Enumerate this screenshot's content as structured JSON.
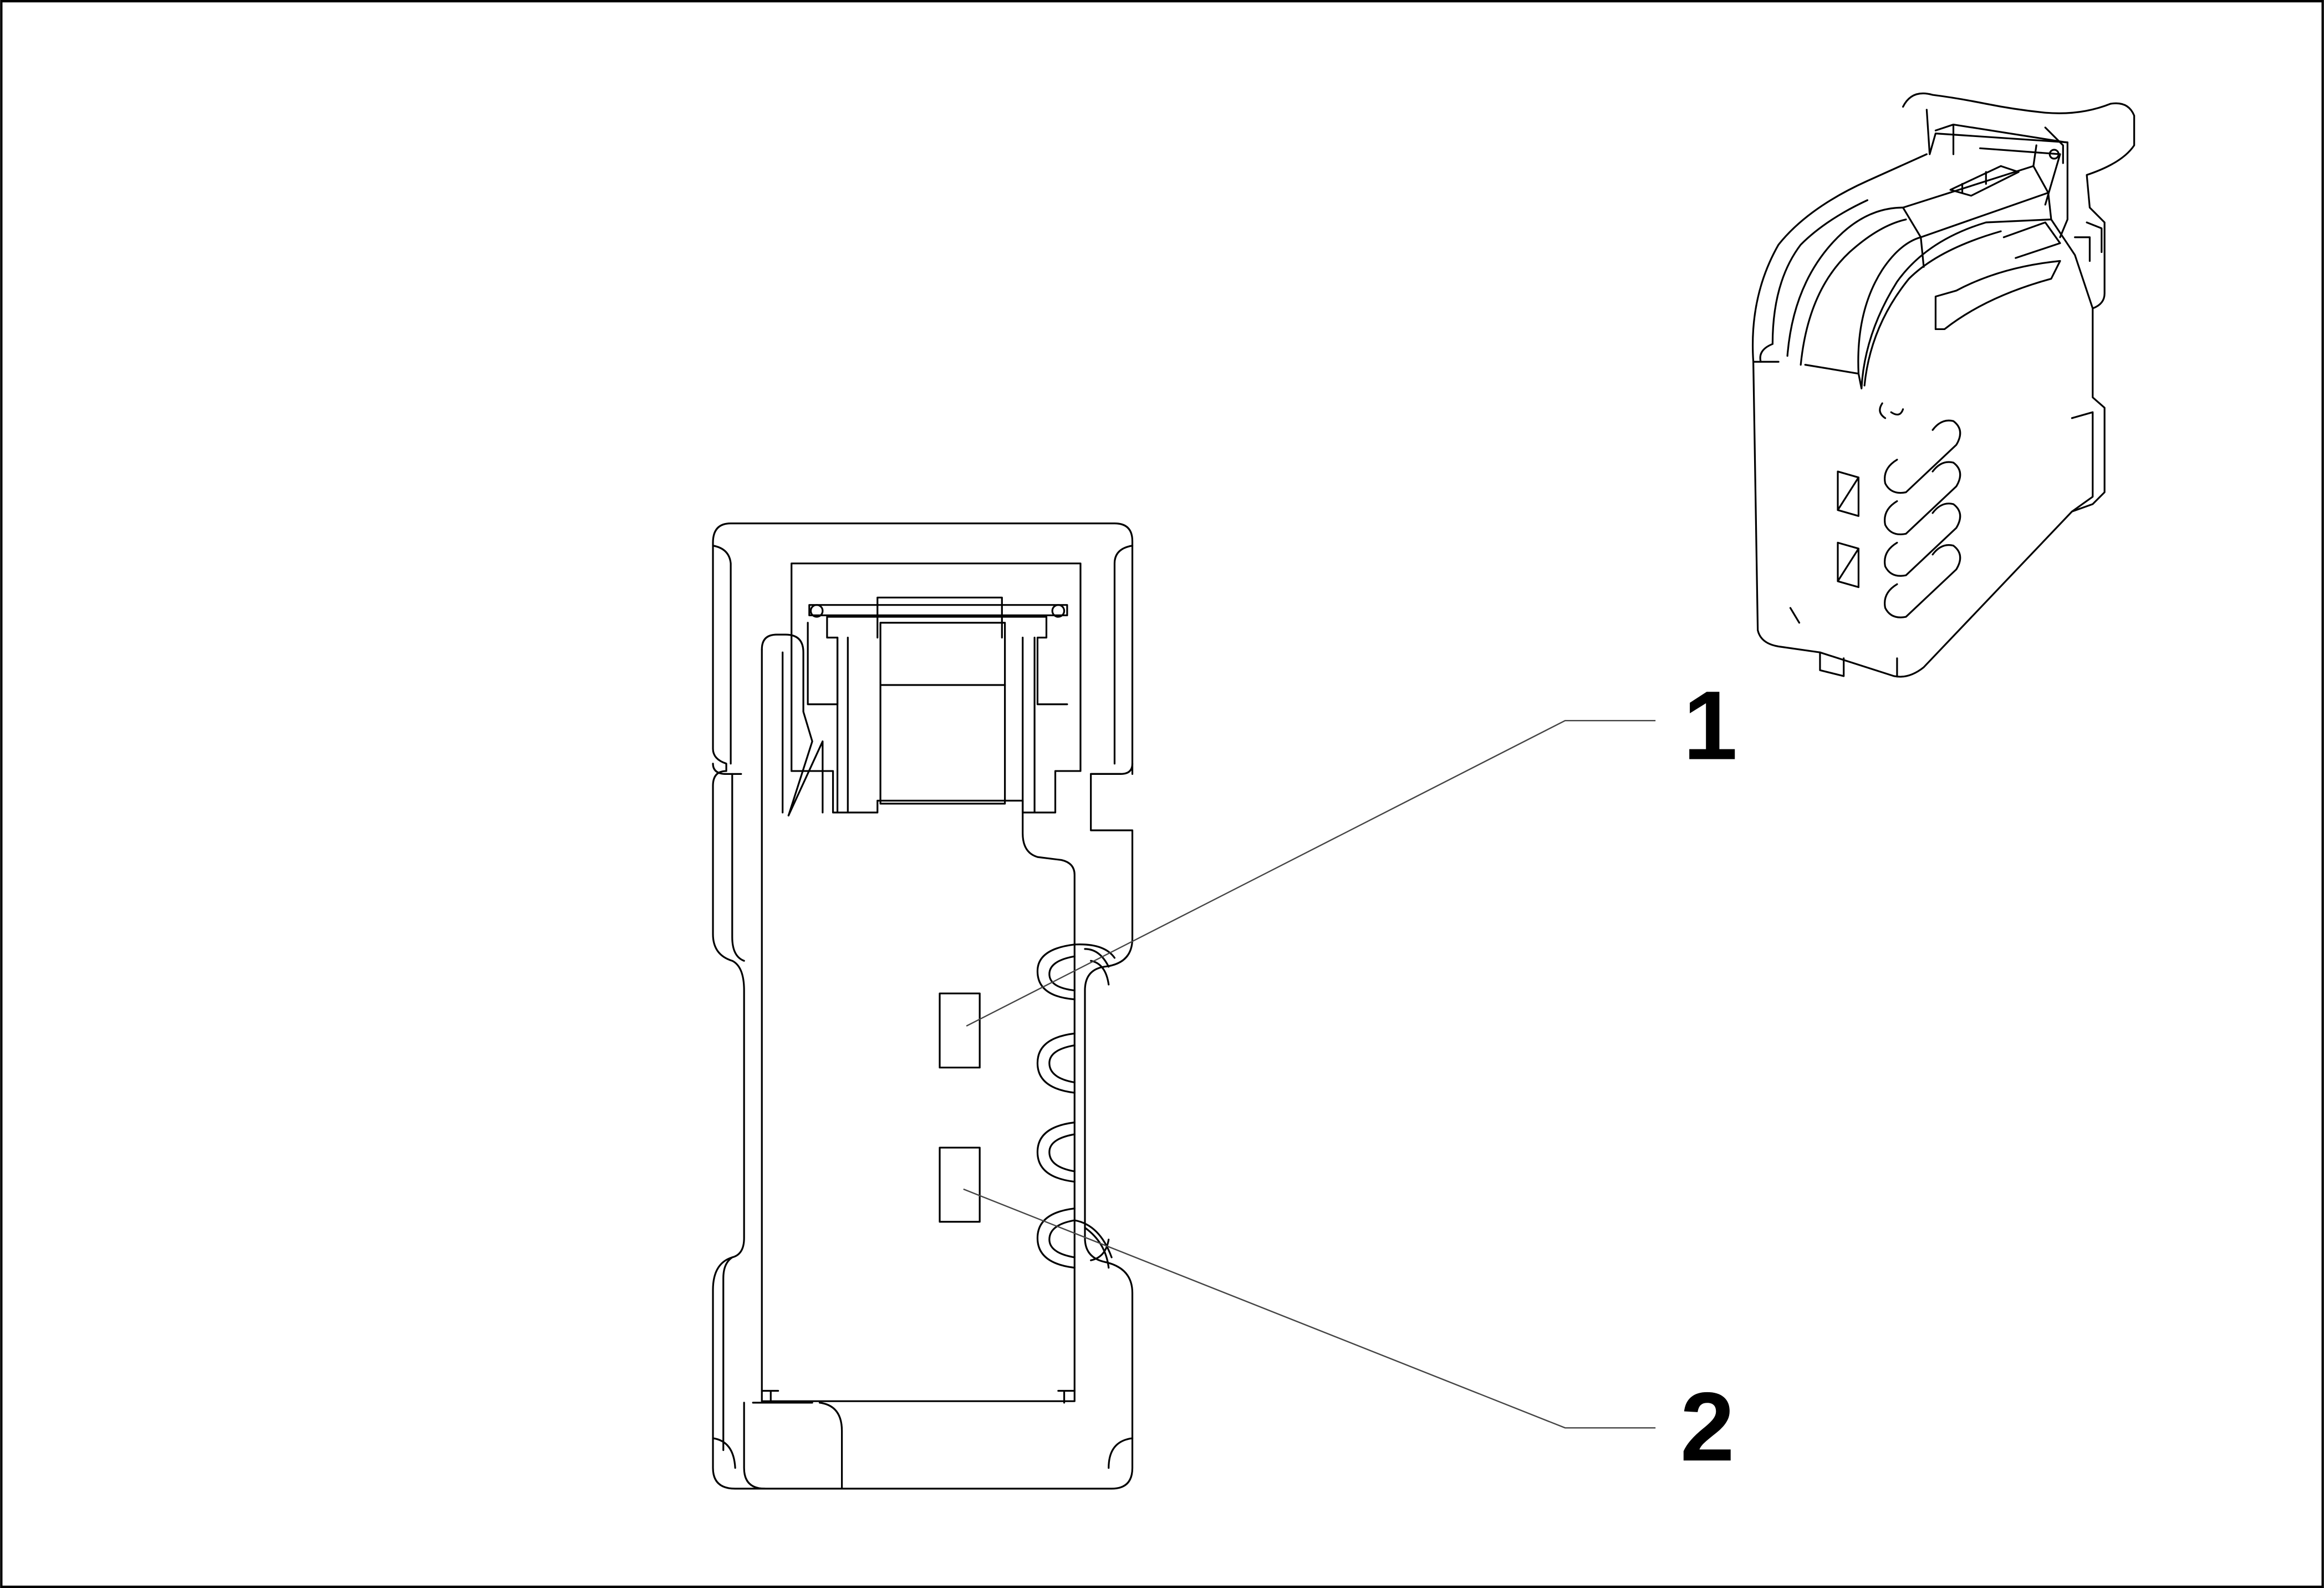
{
  "diagram": {
    "colors": {
      "line": "#000000",
      "leader": "#444444",
      "background": "#ffffff"
    },
    "callouts": [
      {
        "id": "1",
        "label": "1"
      },
      {
        "id": "2",
        "label": "2"
      }
    ]
  }
}
